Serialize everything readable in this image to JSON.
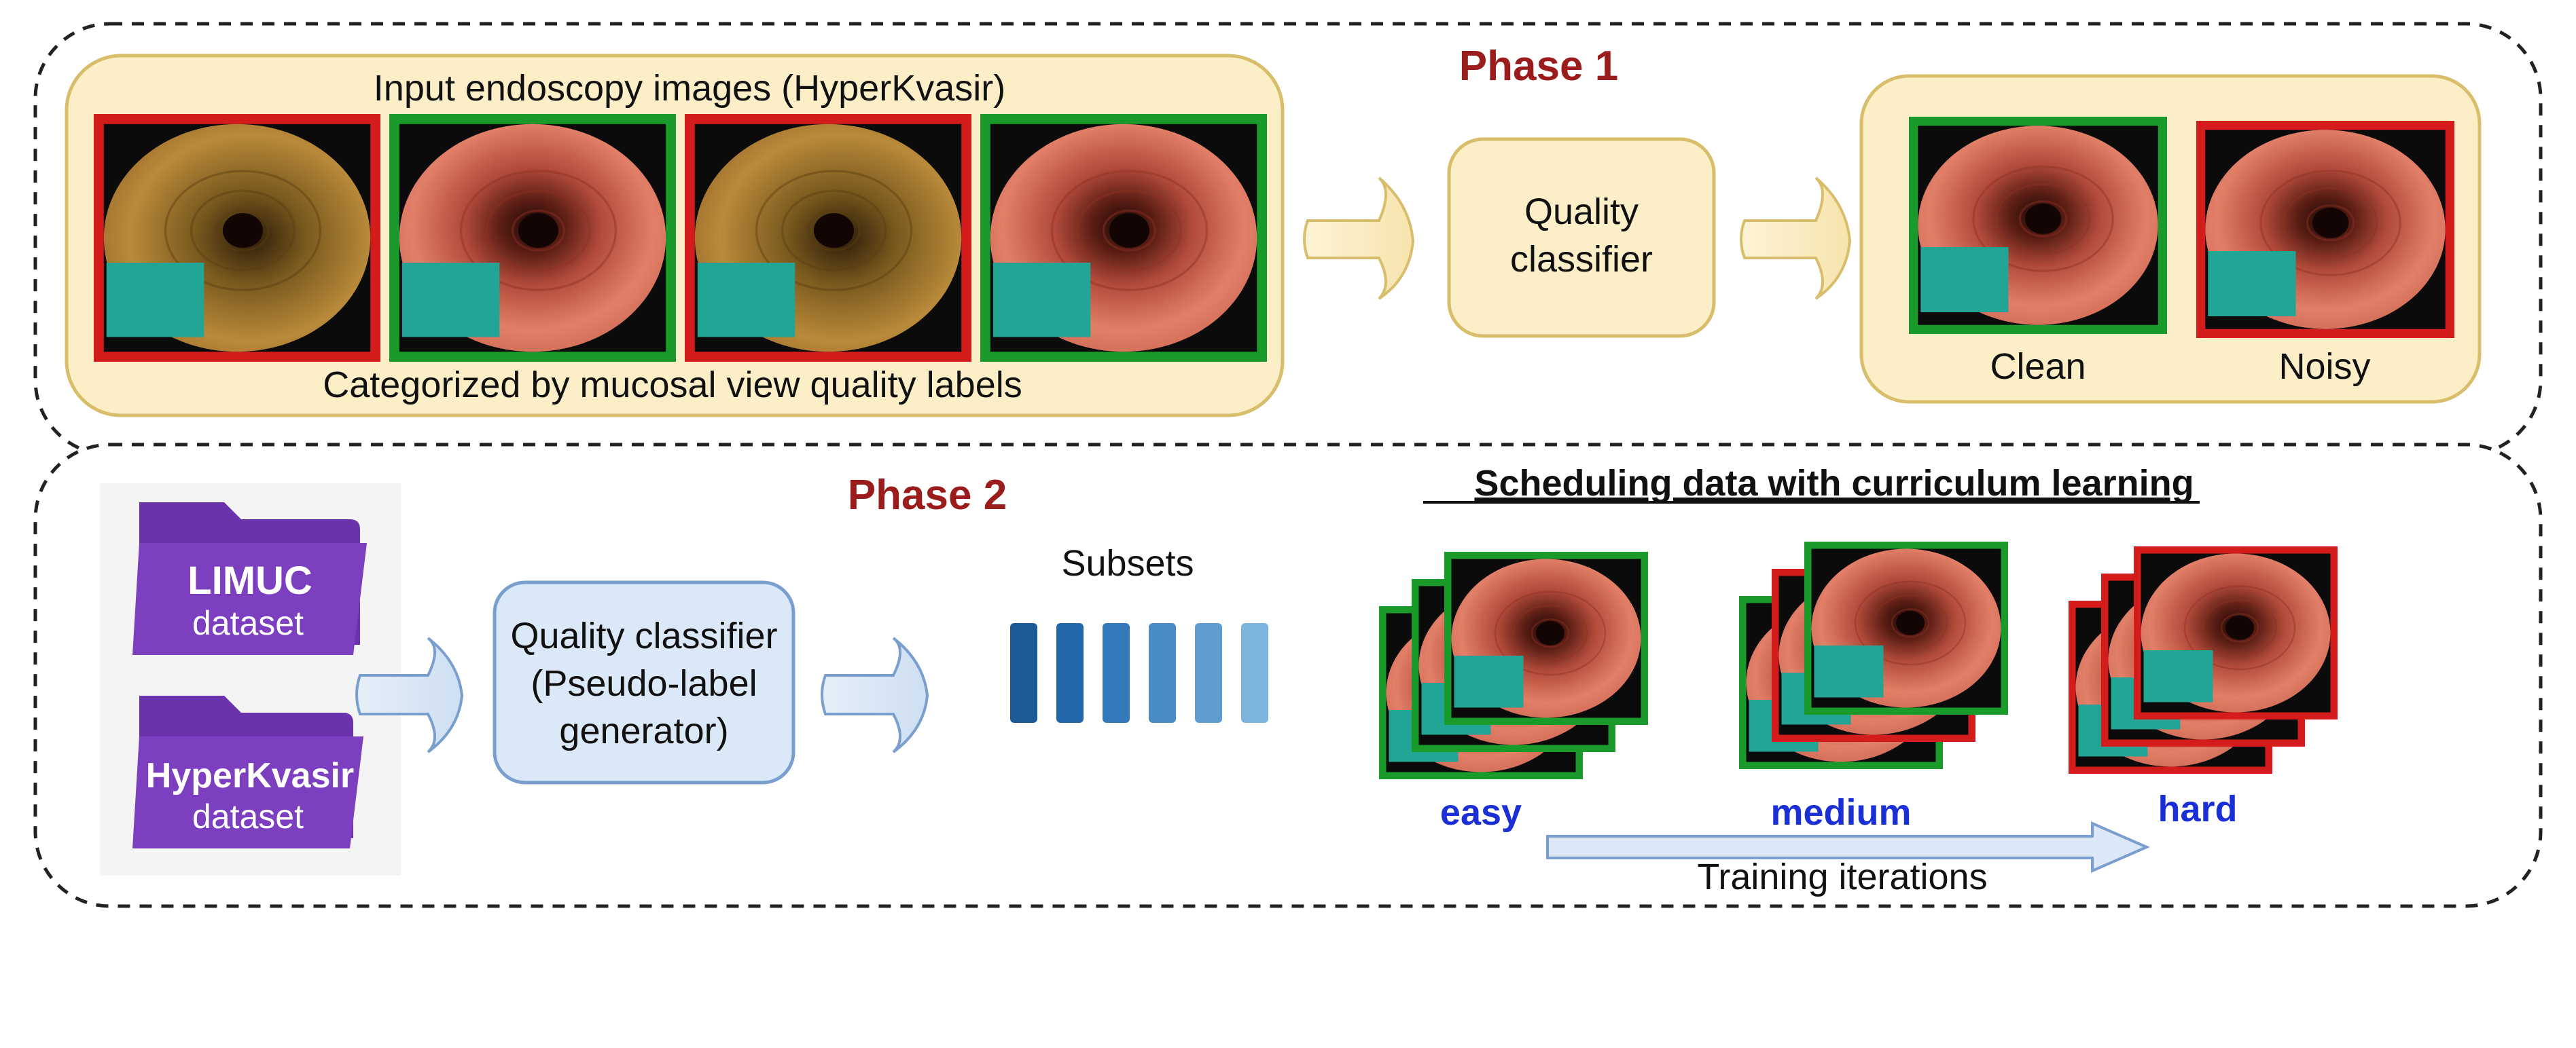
{
  "phase1": {
    "title": "Phase 1",
    "input_panel": {
      "title": "Input endoscopy images (HyperKvasir)",
      "caption": "Categorized by mucosal view quality labels",
      "images": [
        {
          "frame": "red"
        },
        {
          "frame": "green"
        },
        {
          "frame": "red"
        },
        {
          "frame": "green"
        }
      ]
    },
    "classifier": {
      "line1": "Quality",
      "line2": "classifier"
    },
    "output_panel": {
      "clean_label": "Clean",
      "noisy_label": "Noisy"
    }
  },
  "phase2": {
    "title": "Phase 2",
    "datasets": [
      {
        "name": "LIMUC",
        "sub": "dataset"
      },
      {
        "name": "HyperKvasir",
        "sub": "dataset"
      }
    ],
    "classifier": {
      "line1": "Quality classifier",
      "line2": "(Pseudo-label",
      "line3": "generator)"
    },
    "subsets_label": "Subsets",
    "subset_bar_colors": [
      "#1a5a96",
      "#2367ab",
      "#3479ba",
      "#4a8cc7",
      "#5f9dd1",
      "#7cb4dd"
    ],
    "scheduling_title": "Scheduling data with curriculum learning",
    "stacks": [
      {
        "label": "easy",
        "frames": [
          "green",
          "green",
          "green"
        ]
      },
      {
        "label": "medium",
        "frames": [
          "green",
          "red",
          "green"
        ]
      },
      {
        "label": "hard",
        "frames": [
          "red",
          "red",
          "red"
        ]
      }
    ],
    "iterations_label": "Training iterations"
  },
  "colors": {
    "phase_title": "#9b1c1c",
    "panel_fill": "#fcefc8",
    "panel_stroke": "#d8bd6b",
    "frame_red": "#d51c1c",
    "frame_green": "#1a9a2a",
    "folder": "#7b3fbf",
    "folder_tab": "#6a32ab",
    "blue_box_fill": "#dbe8f7",
    "blue_box_stroke": "#7a9fcf",
    "difficulty_label": "#1b2fd6",
    "teal": "#23a595"
  }
}
